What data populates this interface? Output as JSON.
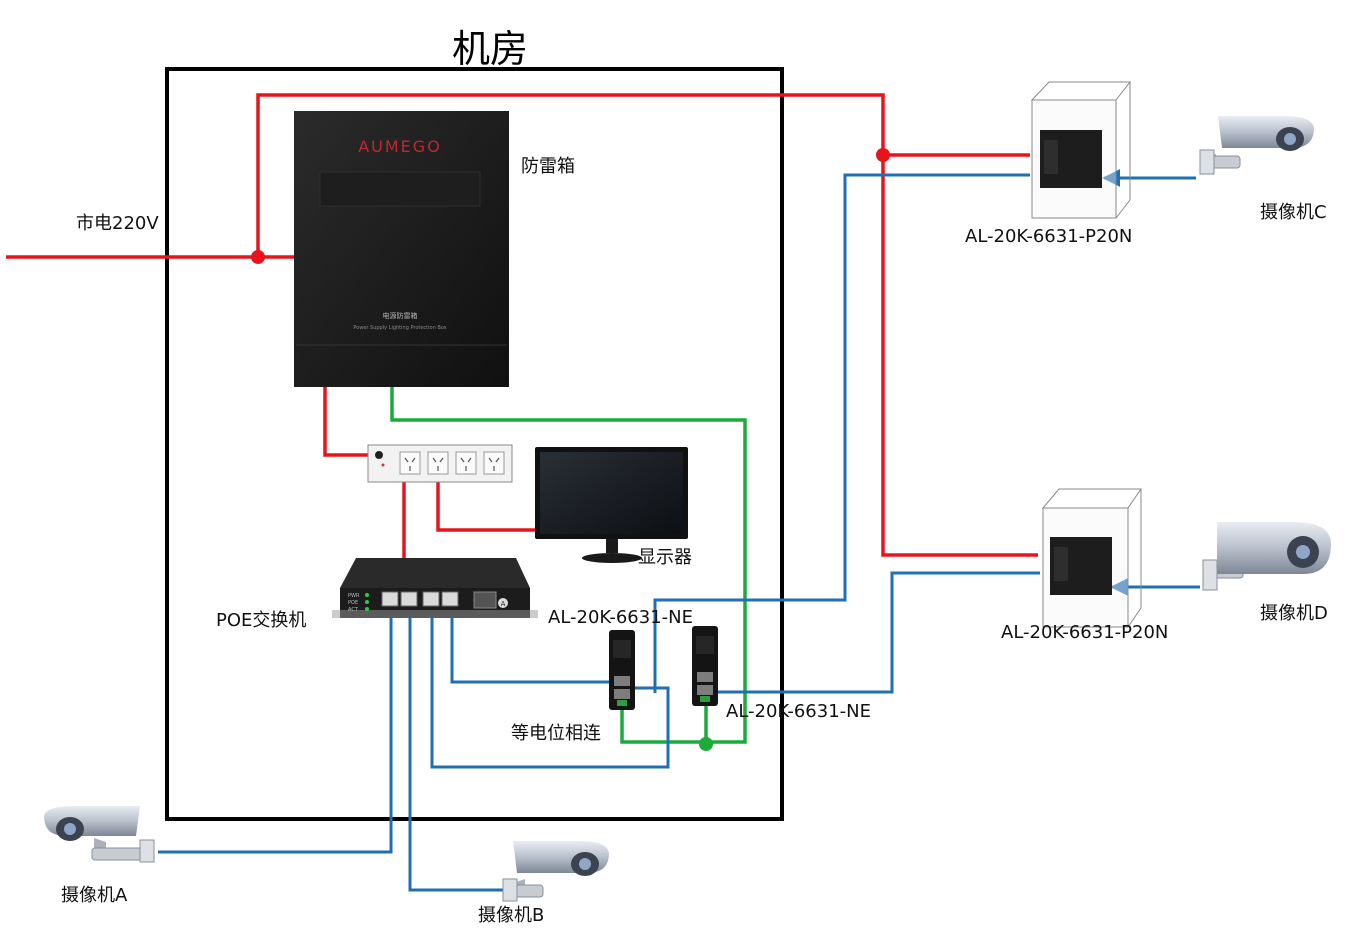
{
  "title": "机房",
  "labels": {
    "mains": "市电220V",
    "surge_box": "防雷箱",
    "monitor": "显示器",
    "poe_switch": "POE交换机",
    "ne_top": "AL-20K-6631-NE",
    "ne_bottom": "AL-20K-6631-NE",
    "equipotential": "等电位相连",
    "p20n_top": "AL-20K-6631-P20N",
    "p20n_bottom": "AL-20K-6631-P20N",
    "camera_a": "摄像机A",
    "camera_b": "摄像机B",
    "camera_c": "摄像机C",
    "camera_d": "摄像机D"
  },
  "device_text": {
    "brand": "AUMEGO",
    "box_cn": "电源防雷箱",
    "box_en": "Power Supply Lighting Protection Box",
    "switch_leds": [
      "PWR",
      "POE",
      "ACT"
    ],
    "switch_port_letter": "A"
  },
  "colors": {
    "power": "#e8141c",
    "data": "#1f6fb5",
    "ground": "#1aab3a",
    "frame": "#000000"
  }
}
